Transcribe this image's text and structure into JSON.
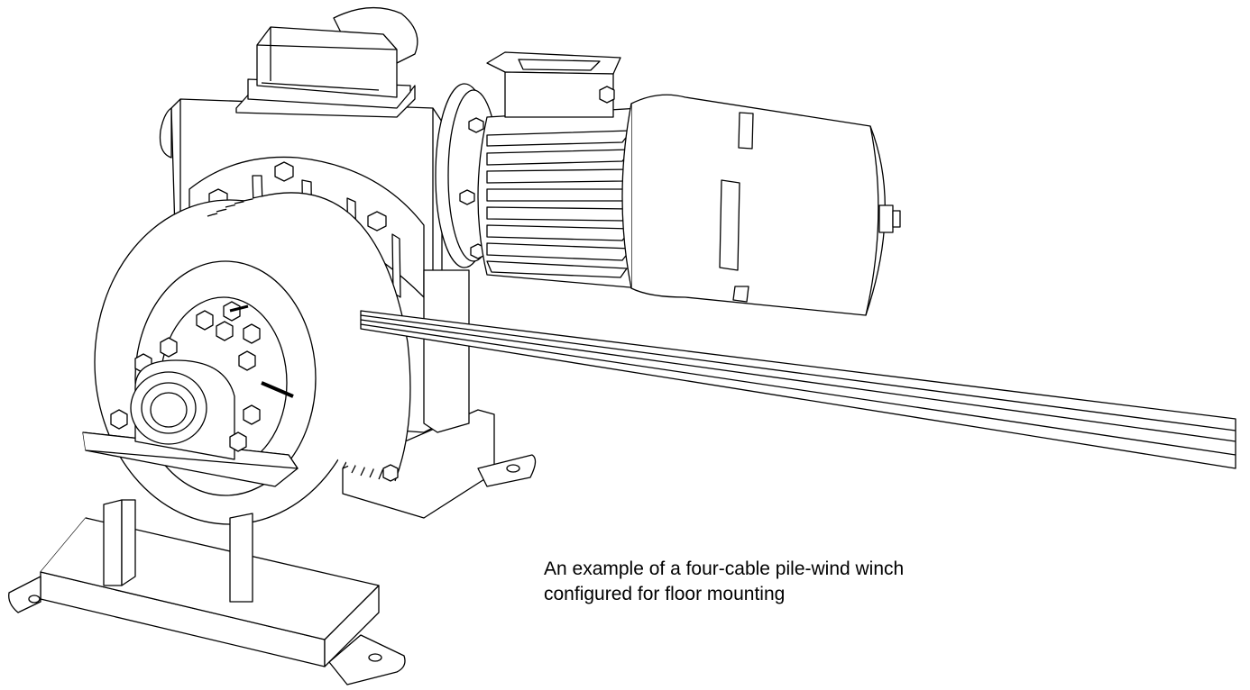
{
  "caption": {
    "line1": "An example of a four-cable pile-wind winch",
    "line2": "configured for floor mounting"
  },
  "colors": {
    "line": "#000000",
    "background": "#ffffff",
    "text": "#000000"
  },
  "icons": [
    "winch-illustration"
  ]
}
